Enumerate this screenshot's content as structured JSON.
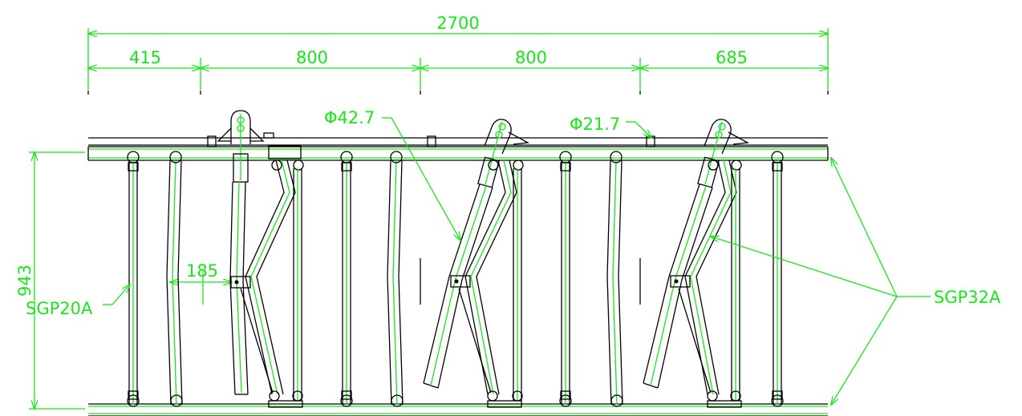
{
  "dimensions": {
    "overall_width": "2700",
    "segments": [
      "415",
      "800",
      "800",
      "685"
    ],
    "height": "943",
    "offset": "185"
  },
  "labels": {
    "large_pipe_diameter": "Φ42.7",
    "small_pipe_diameter": "Φ21.7",
    "thin_pipe_spec": "SGP20A",
    "thick_pipe_spec": "SGP32A"
  },
  "colors": {
    "annotation": "#19e619",
    "outline": "#000000",
    "background": "#ffffff"
  }
}
